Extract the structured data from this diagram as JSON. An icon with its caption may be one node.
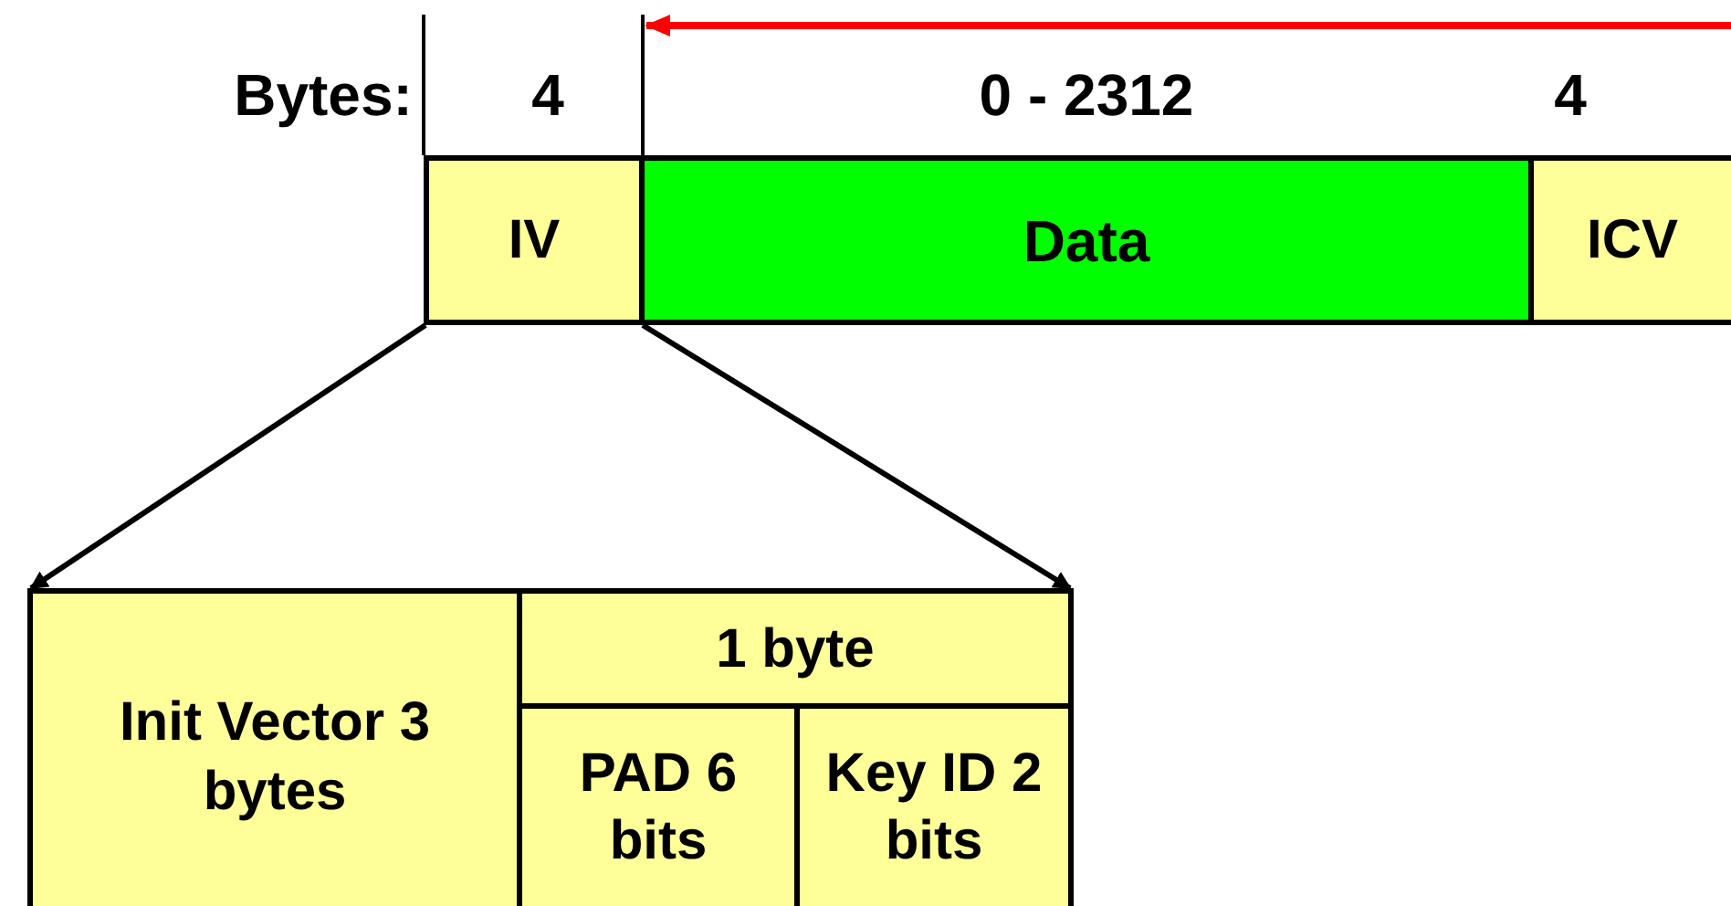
{
  "diagram": {
    "nodes": [
      {
        "text": [
          "IV"
        ]
      },
      {
        "text": [
          "Data"
        ]
      },
      {
        "text": [
          "ICV"
        ]
      },
      {
        "text": [],
        "shape": "box"
      },
      {
        "text": [
          "Init Vector 3 bytes"
        ],
        "in": 3
      },
      {
        "text": [
          "1 byte"
        ],
        "in": 3
      },
      {
        "text": [
          "PAD 6 bits"
        ],
        "in": 3
      },
      {
        "text": [
          "Key ID 2 bits"
        ],
        "in": 3
      }
    ],
    "edges": [
      {
        "from": 0,
        "to": 3,
        "arrow": "to"
      },
      {
        "from": 0,
        "to": 3,
        "arrow": "to"
      }
    ],
    "labels": [
      "Bytes:",
      "4",
      "0 - 2312",
      "4"
    ]
  }
}
